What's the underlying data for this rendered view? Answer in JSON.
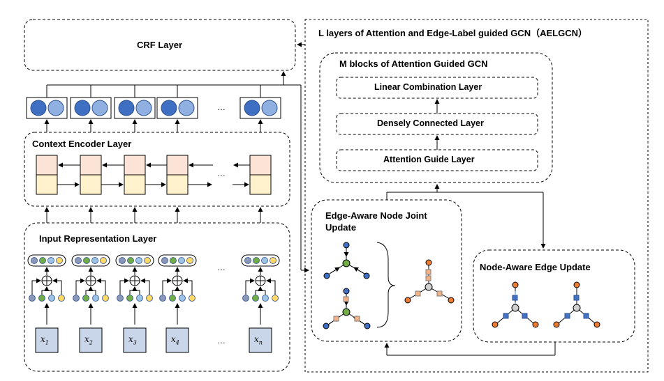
{
  "labels": {
    "crf": "CRF Layer",
    "aelgcn_title": "L layers of Attention and Edge-Label guided GCN（AELGCN）",
    "m_blocks": "M blocks of Attention Guided GCN",
    "linear_comb": "Linear Combination Layer",
    "densely": "Densely Connected Layer",
    "attn_guide": "Attention Guide Layer",
    "context_encoder": "Context Encoder Layer",
    "input_repr": "Input Representation Layer",
    "edge_aware_line1": "Edge-Aware Node Joint",
    "edge_aware_line2": "Update",
    "node_aware": "Node-Aware Edge Update",
    "ellipsis": "…"
  },
  "inputs": [
    {
      "base": "x",
      "sub": "1"
    },
    {
      "base": "x",
      "sub": "2"
    },
    {
      "base": "x",
      "sub": "3"
    },
    {
      "base": "x",
      "sub": "4"
    },
    {
      "base": "x",
      "sub": "n"
    }
  ],
  "colors": {
    "dark_blue": "#3f6fc3",
    "light_blue": "#8fb0e0",
    "peach": "#fbe3d6",
    "cream": "#fff2cc",
    "input_box": "#c9d6ea",
    "green": "#70ad47",
    "orange": "#ed7d31",
    "grey_node": "#8a97b8",
    "sky_node": "#9dc3e6",
    "yellow_node": "#ffd966",
    "edge_square": "#f4b183",
    "edge_square_blue": "#4472c4"
  },
  "icons": [
    "plus-circle-icon",
    "arrow-icon"
  ]
}
